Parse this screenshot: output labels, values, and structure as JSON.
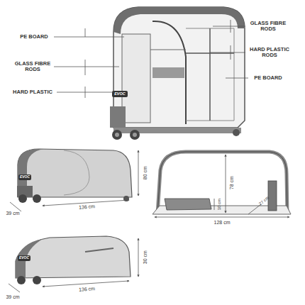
{
  "diagram": {
    "labels": [
      "PE BOARD",
      "GLASS FIBRE RODS",
      "GLASS FIBRE RODS",
      "HARD PLASTIC RODS",
      "PE BOARD",
      "HARD PLASTIC",
      "EVOC",
      "80 cm",
      "EVOC",
      "39 cm",
      "136 cm",
      "78 cm",
      "10 cm",
      "27 cm",
      "128 cm",
      "EVOC",
      "30 cm",
      "136 cm",
      "39 cm"
    ]
  }
}
